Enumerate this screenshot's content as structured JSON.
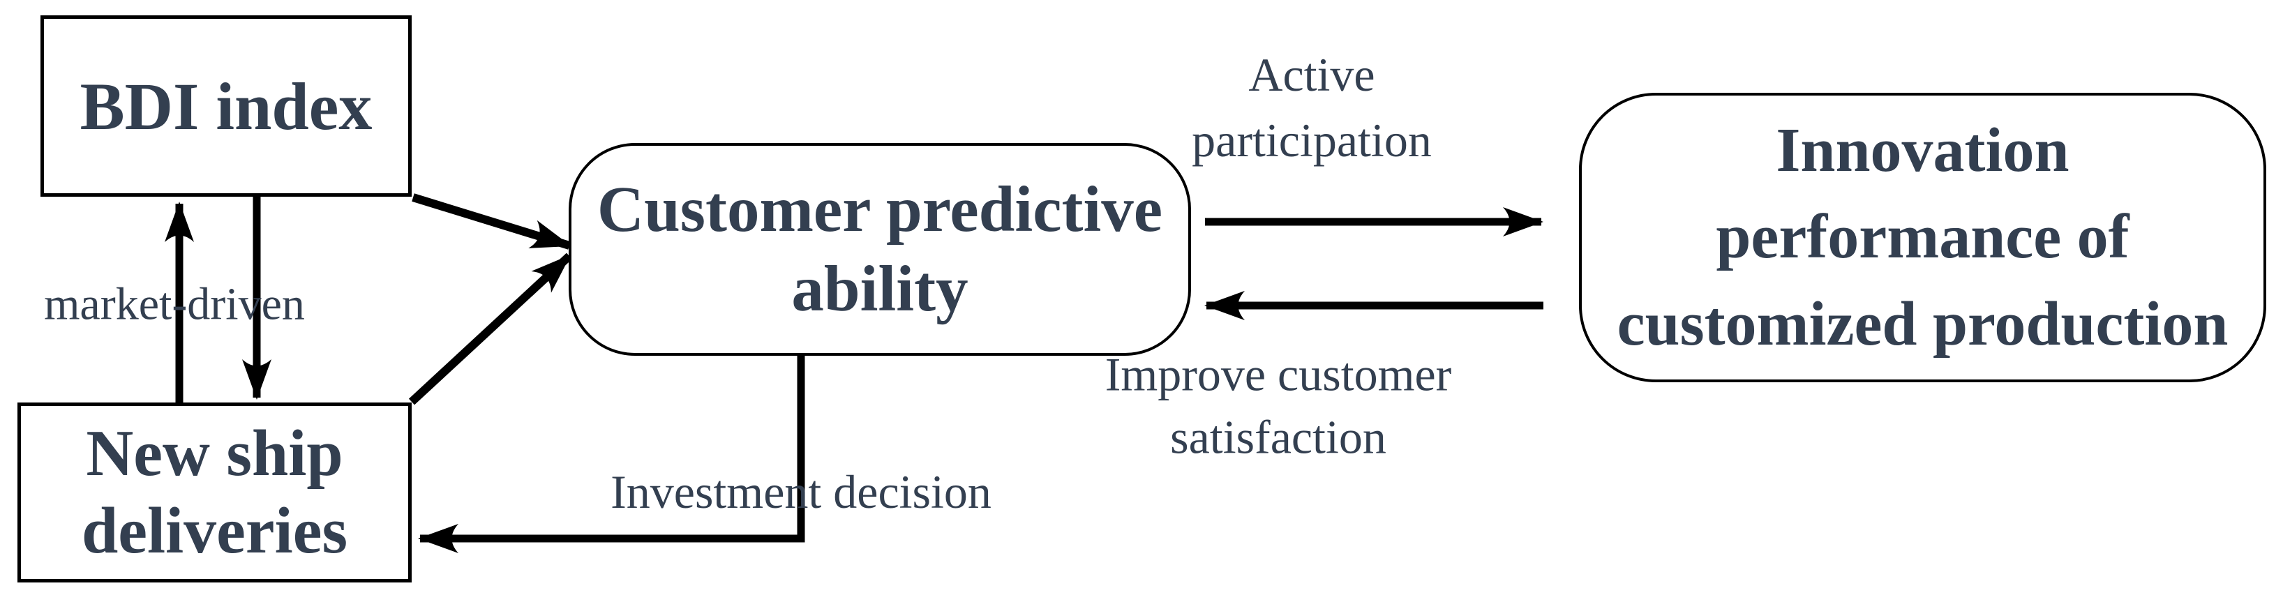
{
  "diagram": {
    "title": "Customer predictive ability relationship diagram",
    "background_color": "#ffffff",
    "line_color": "#000000",
    "text_color": "#333F50"
  },
  "nodes": {
    "bdi_index": {
      "shape": "rectangle",
      "label": "BDI index"
    },
    "new_ship_deliveries": {
      "shape": "rectangle",
      "line1": "New ship",
      "line2": "deliveries"
    },
    "customer_predictive_ability": {
      "shape": "rounded-rectangle",
      "line1": "Customer predictive",
      "line2": "ability"
    },
    "innovation_performance": {
      "shape": "rounded-rectangle",
      "line1": "Innovation",
      "line2": "performance of",
      "line3": "customized production"
    }
  },
  "edge_labels": {
    "market_driven": "market-driven",
    "active_participation_line1": "Active",
    "active_participation_line2": "participation",
    "improve_satisfaction_line1": "Improve customer",
    "improve_satisfaction_line2": "satisfaction",
    "investment_decision": "Investment decision"
  },
  "edges": [
    {
      "from": "new_ship_deliveries",
      "to": "bdi_index",
      "label": "market-driven",
      "style": "vertical-up-arrow"
    },
    {
      "from": "bdi_index",
      "to": "new_ship_deliveries",
      "label": "market-driven",
      "style": "vertical-down-arrow"
    },
    {
      "from": "bdi_index",
      "to": "customer_predictive_ability",
      "label": "",
      "style": "diagonal-arrow"
    },
    {
      "from": "new_ship_deliveries",
      "to": "customer_predictive_ability",
      "label": "",
      "style": "diagonal-arrow"
    },
    {
      "from": "customer_predictive_ability",
      "to": "innovation_performance",
      "label": "Active participation",
      "style": "horizontal-right-arrow"
    },
    {
      "from": "innovation_performance",
      "to": "customer_predictive_ability",
      "label": "Improve customer satisfaction",
      "style": "horizontal-left-arrow"
    },
    {
      "from": "customer_predictive_ability",
      "to": "new_ship_deliveries",
      "label": "Investment decision",
      "style": "elbow-left-arrow"
    }
  ]
}
